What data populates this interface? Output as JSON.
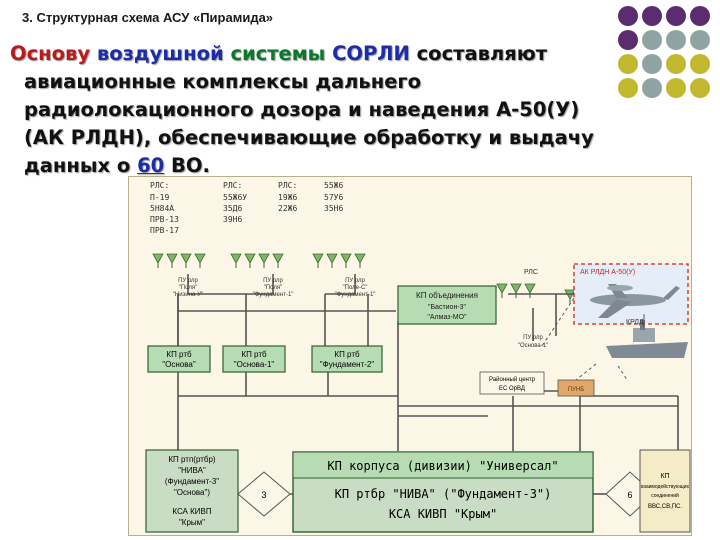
{
  "slide": {
    "header": "3. Структурная схема АСУ «Пирамида»",
    "body_parts": {
      "w1": "Основу",
      "w2": "воздушной",
      "w3": "системы",
      "w4": "СОРЛИ",
      "rest1": "составляют",
      "line2": "авиационные комплексы дальнего",
      "line3": "радиолокационного дозора и наведения А-50(У)",
      "line4": "(АК РЛДН), обеспечивающие обработку и выдачу",
      "line5a": "данных о",
      "num": "60",
      "line5b": "ВО."
    }
  },
  "colors": {
    "dot_purple": "#5b2c6f",
    "dot_gray": "#8fa3a3",
    "dot_olive": "#c2b82f",
    "diagram_bg": "#fbf6e6",
    "kp_box": "#b7dcb3",
    "kp_box_border": "#2f5f2f",
    "bottom_box": "#c9dcc4",
    "dashed_red": "#d42020"
  },
  "diagram": {
    "radar_list": {
      "col1_head": "РЛС:",
      "col1": [
        "П-19",
        "5Н84А",
        "ПРВ-13",
        "ПРВ-17"
      ],
      "col2_head": "РЛС:",
      "col2": [
        "55Ж6У",
        "35Д6",
        "39Н6"
      ],
      "col3_head": "РЛС:",
      "col3": [
        "19Ж6",
        "22Ж6"
      ],
      "col4": [
        "55Ж6",
        "57У6",
        "35Н6"
      ]
    },
    "pu_labels": [
      [
        "ПУ рлр",
        "\"Поля\"",
        "\"Низина-У\""
      ],
      [
        "ПУ рлр",
        "\"Поля\"",
        "\"Фундамент-1\""
      ],
      [
        "ПУ рлр",
        "\"Поле-С\"",
        "\"Фундамент-1\""
      ],
      [
        "ПУ рлр",
        "\"Основа-1\""
      ]
    ],
    "rls_label": "РЛС",
    "kp_join": [
      "КП объединения",
      "\"Бастион-3\"",
      "\"Алмаз-МО\""
    ],
    "aircraft_label": "АК РЛДН А-50(У)",
    "ship_label": "КРЛД",
    "kp_rtb": [
      [
        "КП ртб",
        "\"Основа\""
      ],
      [
        "КП ртб",
        "\"Основа-1\""
      ],
      [
        "КП ртб",
        "\"Фундамент-2\""
      ]
    ],
    "district_center": [
      "Районный центр",
      "ЕС ОрВД"
    ],
    "small_box": "ПУНБ",
    "left_box": [
      "КП ртп(ртбр)",
      "\"НИВА\"",
      "(Фундамент-3\"",
      "\"Основа\")",
      "",
      "КСА КИВП",
      "\"Крым\""
    ],
    "center_box": [
      "КП корпуса (дивизии) \"Универсал\"",
      "КП ртбр \"НИВА\" (\"Фундамент-3\")",
      "КСА КИВП \"Крым\""
    ],
    "right_box": [
      "КП",
      "взаимодействующих",
      "соединений",
      "ВВС,СВ,ПС."
    ],
    "diamond_left": "3",
    "diamond_right": "6"
  }
}
